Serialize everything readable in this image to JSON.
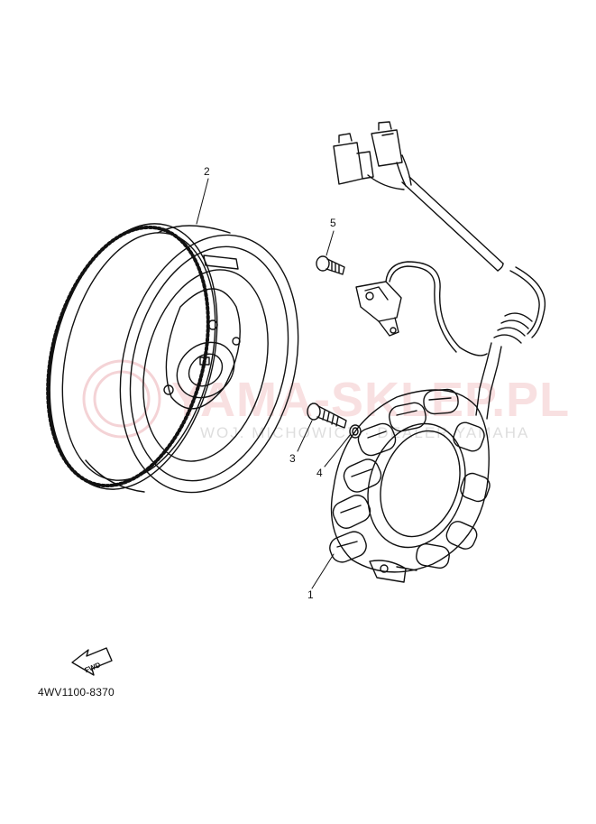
{
  "callouts": {
    "c1": "1",
    "c2": "2",
    "c3": "3",
    "c4": "4",
    "c5": "5"
  },
  "fwd_label": "FWD",
  "diagram_code": "4WV1100-8370",
  "watermark": {
    "main": "YAMA-SKLEP.PL",
    "sub": "WOJ. MICHOWICZ · DEALER YAMAHA",
    "color": "#d23c46"
  }
}
